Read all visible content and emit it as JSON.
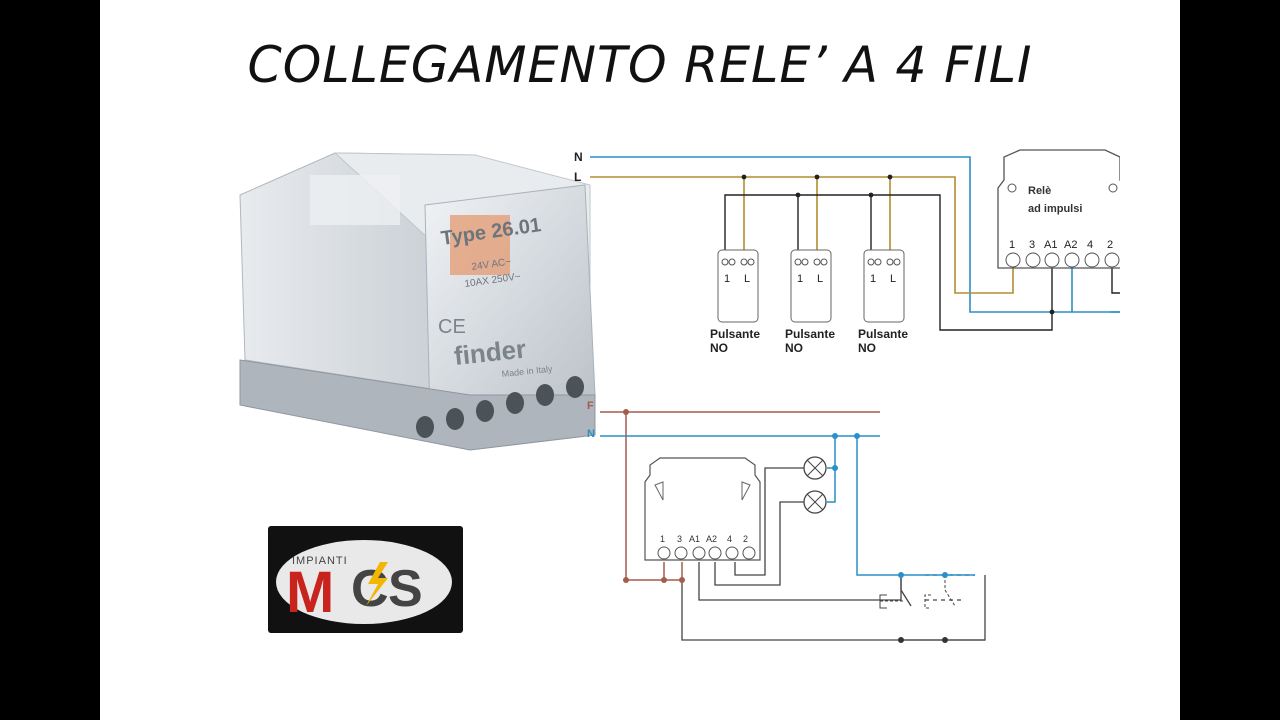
{
  "title": "COLLEGAMENTO RELE’ A 4 FILI",
  "colors": {
    "neutral": "#2b8fc9",
    "live": "#b38d2e",
    "phase": "#a35d4b",
    "black_wire": "#222222",
    "logo_red": "#c8231c",
    "logo_yellow": "#f2b705"
  },
  "product": {
    "type_text": "Type 26.01",
    "rating_1": "24V AC~",
    "rating_2": "10AX 250V~",
    "brand": "finder",
    "made_in": "Made in Italy",
    "ce": "CE",
    "icon": "relay-photo-icon"
  },
  "logo": {
    "top_text": "IMPIANTI",
    "letters": [
      "M",
      "C",
      "S"
    ],
    "icon": "lightning-icon"
  },
  "diagram1": {
    "line_labels": [
      "N",
      "L"
    ],
    "relay_title_1": "Relè",
    "relay_title_2": "ad impulsi",
    "terminals": [
      "1",
      "3",
      "A1",
      "A2",
      "4",
      "2"
    ],
    "buttons": [
      {
        "label": "Pulsante",
        "sub": "NO",
        "t1": "1",
        "t2": "L"
      },
      {
        "label": "Pulsante",
        "sub": "NO",
        "t1": "1",
        "t2": "L"
      },
      {
        "label": "Pulsante",
        "sub": "NO",
        "t1": "1",
        "t2": "L"
      }
    ],
    "lamp_icon": "lamp-icon"
  },
  "diagram2": {
    "line_labels": [
      "F",
      "N"
    ],
    "terminals": [
      "1",
      "3",
      "A1",
      "A2",
      "4",
      "2"
    ],
    "lamp_icon": "lamp-icon",
    "switch_icon": "push-button-icon"
  }
}
